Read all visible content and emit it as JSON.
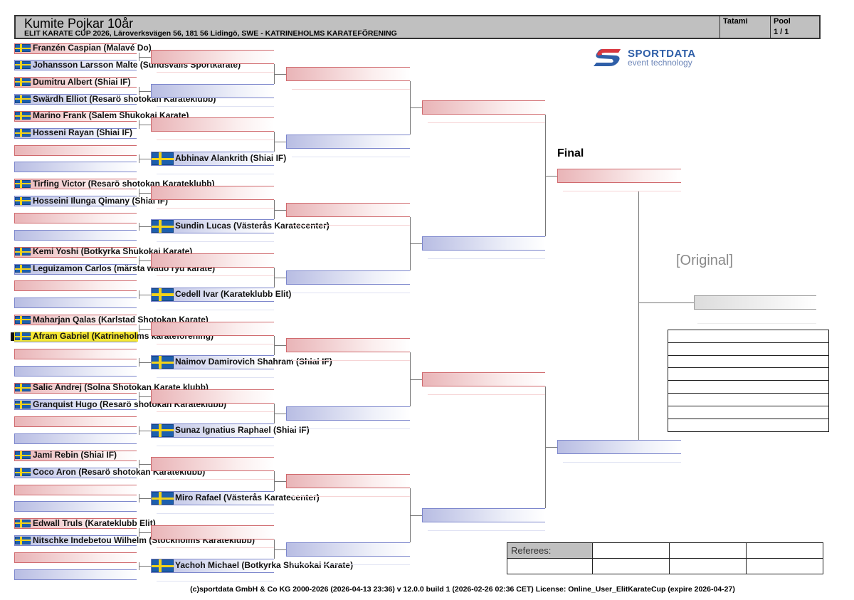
{
  "header": {
    "title": "Kumite Pojkar 10år",
    "subtitle": "ELIT KARATE CUP 2026, Läroverksvägen 56, 181 56 Lidingö, SWE -  KATRINEHOLMS KARATEFÖRENING",
    "tatami_label": "Tatami",
    "tatami_value": "",
    "pool_label": "Pool",
    "pool_value": "1 / 1"
  },
  "logo": {
    "brand": "SPORTDATA",
    "tagline": "event technology",
    "red": "#d9363e",
    "blue": "#2f5fa8"
  },
  "final_label": "Final",
  "watermark": "[Original]",
  "colors": {
    "aka": "#d06a6e",
    "ao": "#7c86cc",
    "highlight": "#f5e834"
  },
  "round1": [
    {
      "name": "Franzén Caspian (Malavé Do)"
    },
    {
      "name": "Johansson Larsson Malte (Sundsvalls Sportkarate)"
    },
    {
      "name": "Dumitru Albert (Shiai IF)"
    },
    {
      "name": "Swärdh Elliot (Resarö shotokan Karateklubb)"
    },
    {
      "name": "Marino Frank (Salem Shukokai Karate)"
    },
    {
      "name": "Hosseni Rayan (Shiai IF)"
    },
    {
      "name": ""
    },
    {
      "name": ""
    },
    {
      "name": "Tirfing Victor (Resarö shotokan Karateklubb)"
    },
    {
      "name": "Hosseini Ilunga Qimany (Shiai IF)"
    },
    {
      "name": ""
    },
    {
      "name": ""
    },
    {
      "name": "Kemi Yoshi (Botkyrka Shukokai Karate)"
    },
    {
      "name": "Leguizamon Carlos (märsta wado ryu karate)"
    },
    {
      "name": ""
    },
    {
      "name": ""
    },
    {
      "name": "Maharjan Qalas (Karlstad Shotokan Karate)"
    },
    {
      "name": "Afram Gabriel (Katrineholms karateförening)",
      "highlighted": true
    },
    {
      "name": ""
    },
    {
      "name": ""
    },
    {
      "name": "Salic Andrej (Solna Shotokan Karate klubb)"
    },
    {
      "name": "Granquist Hugo (Resarö shotokan Karateklubb)"
    },
    {
      "name": ""
    },
    {
      "name": ""
    },
    {
      "name": "Jami Rebin (Shiai IF)"
    },
    {
      "name": "Coco Aron (Resarö shotokan Karateklubb)"
    },
    {
      "name": ""
    },
    {
      "name": ""
    },
    {
      "name": "Edwall Truls (Karateklubb Elit)"
    },
    {
      "name": "Nitschke Indebetou Wilhelm (Stockholms Karateklubb)"
    },
    {
      "name": ""
    },
    {
      "name": ""
    }
  ],
  "round2": [
    {
      "name": ""
    },
    {
      "name": ""
    },
    {
      "name": ""
    },
    {
      "name": "Abhinav Alankrith (Shiai IF)"
    },
    {
      "name": ""
    },
    {
      "name": "Sundin Lucas (Västerås Karatecenter)"
    },
    {
      "name": ""
    },
    {
      "name": "Cedell Ivar (Karateklubb Elit)"
    },
    {
      "name": ""
    },
    {
      "name": "Naimov Damirovich Shahram (Shiai IF)"
    },
    {
      "name": ""
    },
    {
      "name": "Sunaz Ignatius Raphael (Shiai IF)"
    },
    {
      "name": ""
    },
    {
      "name": "Miro Rafael (Västerås Karatecenter)"
    },
    {
      "name": ""
    },
    {
      "name": "Yachoh Michael (Botkyrka Shukokai Karate)"
    }
  ],
  "results_rows": 8,
  "referees": {
    "label": "Referees:"
  },
  "footer": "(c)sportdata GmbH & Co KG 2000-2026 (2026-04-13 23:36)  v 12.0.0 build 1 (2026-02-26 02:36 CET) License: Online_User_ElitKarateCup (expire 2026-04-27)"
}
